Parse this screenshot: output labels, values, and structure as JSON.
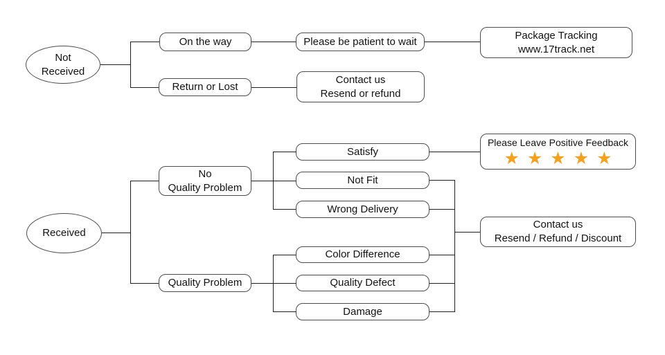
{
  "diagram": {
    "title": "Package delivery customer service flowchart",
    "colors": {
      "background": "#ffffff",
      "line": "#1f1f1f",
      "box_border": "#4d4d4d",
      "text": "#111111",
      "star": "#F5A11D"
    },
    "not_received_flow": {
      "start": "Not\nReceived",
      "on_the_way": "On the way",
      "please_wait": "Please be patient to wait",
      "package_tracking": "Package Tracking\nwww.17track.net",
      "return_or_lost": "Return or Lost",
      "contact_resend_refund": "Contact us\nResend or refund"
    },
    "received_flow": {
      "start": "Received",
      "no_quality_problem": "No\nQuality Problem",
      "satisfy": "Satisfy",
      "not_fit": "Not Fit",
      "wrong_delivery": "Wrong Delivery",
      "positive_feedback": "Please Leave Positive Feedback",
      "stars": "★★★★★",
      "star_count": 5,
      "quality_problem": "Quality Problem",
      "color_difference": "Color Difference",
      "quality_defect": "Quality Defect",
      "damage": "Damage",
      "contact_resend_refund_discount": "Contact us\nResend / Refund / Discount"
    }
  }
}
